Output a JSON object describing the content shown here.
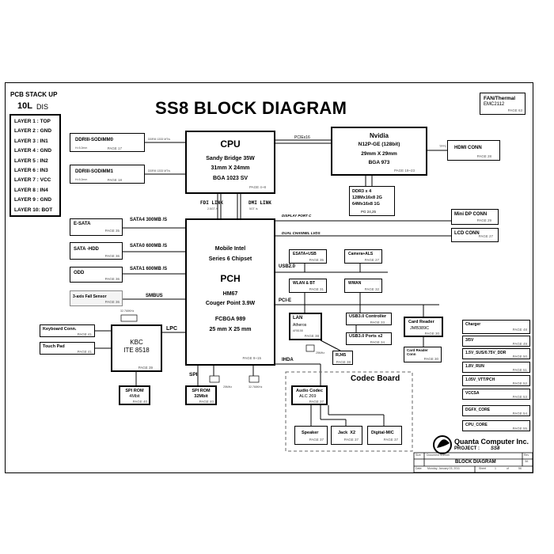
{
  "title": "SS8 BLOCK DIAGRAM",
  "stackup": {
    "heading": "PCB STACK UP",
    "layers_count": "10L",
    "dis": "DIS",
    "layers": [
      "LAYER 1 : TOP",
      "LAYER 2 : GND",
      "LAYER 3 : IN1",
      "LAYER 4 : GND",
      "LAYER 5 : IN2",
      "LAYER 6 : IN3",
      "LAYER 7 : VCC",
      "LAYER 8 : IN4",
      "LAYER 9 : GND",
      "LAYER 10: BOT"
    ]
  },
  "fan": {
    "title": "FAN/Thermal",
    "part": "EMC2112",
    "page": "PAGE 63"
  },
  "cpu": {
    "title": "CPU",
    "line1": "Sandy Bridge 35W",
    "line2": "31mm X 24mm",
    "line3": "BGA 1023 SV",
    "page": "PAGE 4~8"
  },
  "mem": [
    {
      "name": "DDRIII-SODIMM0",
      "page": "PAGE 17",
      "bus": "DDRIII 1333 MT/s",
      "sub": "H=5.2mm"
    },
    {
      "name": "DDRIII-SODIMM1",
      "page": "PAGE 18",
      "bus": "DDRIII 1333 MT/s",
      "sub": "H=5.2mm"
    }
  ],
  "nvidia": {
    "title": "Nvidia",
    "line1": "N12P-GE (128bit)",
    "line2": "29mm X 29mm",
    "line3": "BGA 973",
    "page": "PAGE 19~23",
    "bus": "PCIEx16"
  },
  "ddr3": {
    "line1": "DDR3 x 4",
    "line2": "128Mx16x8 2G",
    "line3": "64Mx16x8 1G",
    "page": "PG 24,25"
  },
  "hdmi": {
    "name": "HDMI CONN",
    "page": "PAGE 28",
    "bus": "TPPC"
  },
  "fdi": {
    "label": "FDI LINK",
    "speed": "2.5GT /s"
  },
  "dmi": {
    "label": "DMI LINK",
    "speed": "5GT /s"
  },
  "display_port": "DISPLAY PORT C",
  "dual_lvds": "DUAL CHANNEL LVDS",
  "minidp": {
    "name": "Mini DP CONN",
    "page": "PAGE 29"
  },
  "lcd": {
    "name": "LCD CONN",
    "page": "PAGE 27"
  },
  "pch": {
    "line1": "Mobile Intel",
    "line2": "Series 6 Chipset",
    "title": "PCH",
    "line3": "HM67",
    "line4": "Couger Point 3.9W",
    "line5": "FCBGA 989",
    "line6": "25 mm X 25 mm",
    "page": "PAGE 9~15"
  },
  "sata_devices": [
    {
      "name": "E-SATA",
      "page": "PAGE 35",
      "bus": "SATA4 300MB /S"
    },
    {
      "name": "SATA -HDD",
      "page": "PAGE 36",
      "bus": "SATA0 600MB /S"
    },
    {
      "name": "ODD",
      "page": "PAGE 36",
      "bus": "SATA1 600MB /S"
    }
  ],
  "fall_sensor": {
    "name": "3-axis Fall Sensor",
    "page": "PAGE 36",
    "bus": "SMBUS"
  },
  "usb": {
    "bus": "USB2.0",
    "esata_usb": "ESATA+USB",
    "esata_page": "PAGE 35",
    "camera": "Camera+ALS",
    "camera_page": "PAGE 27"
  },
  "pcie": {
    "bus": "PCI-E",
    "wlan": "WLAN & BT",
    "wlan_page": "PAGE 31",
    "wwan": "WWAN",
    "wwan_page": "PAGE 32"
  },
  "lan": {
    "title": "LAN",
    "line1": "Atheros",
    "line2": "AR8158",
    "page": "PAGE 38",
    "rj45": "RJ45",
    "rj45_page": "PAGE 38",
    "xtal": "25MHz"
  },
  "usb3": [
    {
      "name": "USB3.0 Controller",
      "page": "PAGE 33"
    },
    {
      "name": "USB3.0 Ports x2",
      "page": "PAGE 34"
    }
  ],
  "card_reader": {
    "name": "Card Reader",
    "chip": "JMB389C",
    "page": "PAGE 30"
  },
  "card_reader_conn": {
    "name": "Card Reader Conn",
    "page": "PAGE 30"
  },
  "kbc": {
    "line1": "KBC",
    "line2": "ITE 8518",
    "page": "PAGE 39",
    "bus": "LPC",
    "xtal": "32.768KHz"
  },
  "keyboard": {
    "name": "Keyboard Conn.",
    "page": "PAGE 41"
  },
  "touchpad": {
    "name": "Touch Pad",
    "page": "PAGE 41"
  },
  "spi_rom_kbc": {
    "line1": "SPI ROM",
    "line2": "4Mbit",
    "page": "PAGE 40"
  },
  "spi": {
    "bus": "SPI",
    "line1": "SPI ROM",
    "line2": "32Mbit",
    "page": "PAGE 40"
  },
  "pch_xtals": [
    "25MHz",
    "32.768KHz"
  ],
  "ihda": "IHDA",
  "codec_board": {
    "title": "Codec Board"
  },
  "audio": {
    "line1": "Audio Codec",
    "line2": "ALC 269",
    "page": "PAGE 37"
  },
  "audio_out": [
    {
      "name": "Speaker",
      "page": "PAGE 37"
    },
    {
      "name": "Jack  X2",
      "page": "PAGE 37"
    },
    {
      "name": "Digital-MIC",
      "page": "PAGE 37"
    }
  ],
  "power": [
    {
      "name": "Charger",
      "page": "PAGE 48"
    },
    {
      "name": "3/5V",
      "page": "PAGE 49"
    },
    {
      "name": "1.5V_SUS/0.75V_DDR",
      "page": "PAGE 50"
    },
    {
      "name": "1.8V_RUN",
      "page": "PAGE 51"
    },
    {
      "name": "1.05V_VTT/PCH",
      "page": "PAGE 52"
    },
    {
      "name": "VCCSA",
      "page": "PAGE 53"
    },
    {
      "name": "DGFX_CORE",
      "page": "PAGE 54"
    },
    {
      "name": "CPU_CORE",
      "page": "PAGE 55"
    }
  ],
  "titleblock": {
    "company": "Quanta Computer Inc.",
    "project_label": "PROJECT :",
    "project": "SS8",
    "size": "Size",
    "docnum": "Document Number",
    "rev": "Rev",
    "rev_val": "3A",
    "doc": "BLOCK DIAGRAM",
    "date_label": "Date:",
    "date": "Monday, January 03, 2011",
    "sheet_label": "Sheet",
    "sheet": "1",
    "of": "of",
    "total": "56"
  }
}
